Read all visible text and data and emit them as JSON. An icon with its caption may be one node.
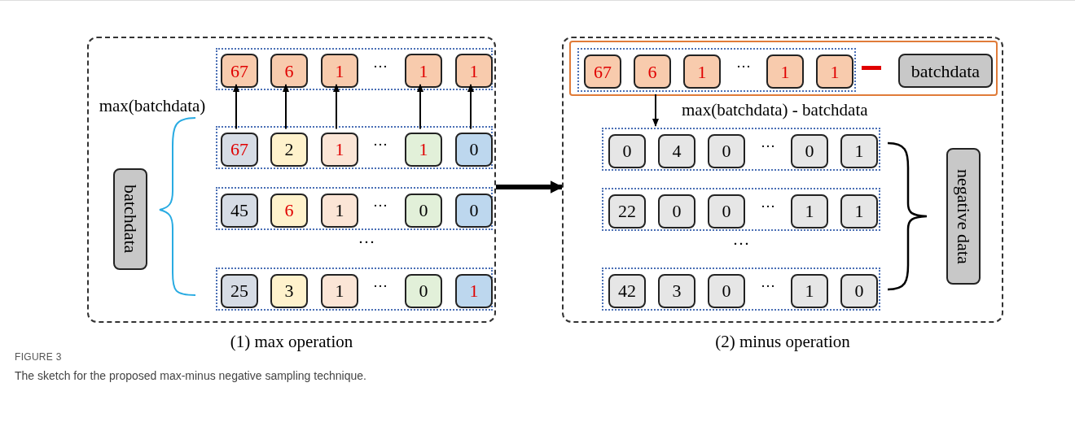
{
  "diagram": {
    "title": "FIGURE 3",
    "caption": "The sketch for the proposed max-minus negative sampling technique.",
    "nodes": [
      {
        "text": [
          "(1) max operation"
        ]
      },
      {
        "text": [
          "···"
        ],
        "in": 0
      },
      {
        "text": [
          "67"
        ],
        "in": 1
      },
      {
        "text": [
          "6"
        ],
        "in": 1
      },
      {
        "text": [
          "1"
        ],
        "in": 1
      },
      {
        "text": [
          "1"
        ],
        "in": 1
      },
      {
        "text": [
          "1"
        ],
        "in": 1
      },
      {
        "text": [
          "···"
        ],
        "in": 0
      },
      {
        "text": [
          "67"
        ],
        "in": 7
      },
      {
        "text": [
          "2"
        ],
        "in": 7
      },
      {
        "text": [
          "1"
        ],
        "in": 7
      },
      {
        "text": [
          "1"
        ],
        "in": 7
      },
      {
        "text": [
          "0"
        ],
        "in": 7
      },
      {
        "text": [
          "···"
        ],
        "in": 0
      },
      {
        "text": [
          "45"
        ],
        "in": 13
      },
      {
        "text": [
          "6"
        ],
        "in": 13
      },
      {
        "text": [
          "1"
        ],
        "in": 13
      },
      {
        "text": [
          "0"
        ],
        "in": 13
      },
      {
        "text": [
          "0"
        ],
        "in": 13
      },
      {
        "text": [
          "···"
        ],
        "in": 0
      },
      {
        "text": [
          "25"
        ],
        "in": 19
      },
      {
        "text": [
          "3"
        ],
        "in": 19
      },
      {
        "text": [
          "1"
        ],
        "in": 19
      },
      {
        "text": [
          "0"
        ],
        "in": 19
      },
      {
        "text": [
          "1"
        ],
        "in": 19
      },
      {
        "text": [
          "batchdata"
        ],
        "in": 0
      },
      {
        "text": [
          "(2) minus operation"
        ]
      },
      {
        "text": [],
        "shape": "box",
        "in": 26
      },
      {
        "text": [
          "···"
        ],
        "in": 27
      },
      {
        "text": [
          "67"
        ],
        "in": 28
      },
      {
        "text": [
          "6"
        ],
        "in": 28
      },
      {
        "text": [
          "1"
        ],
        "in": 28
      },
      {
        "text": [
          "1"
        ],
        "in": 28
      },
      {
        "text": [
          "1"
        ],
        "in": 28
      },
      {
        "text": [
          "batchdata"
        ],
        "in": 27
      },
      {
        "text": [
          "···"
        ],
        "in": 26
      },
      {
        "text": [
          "0"
        ],
        "in": 35
      },
      {
        "text": [
          "4"
        ],
        "in": 35
      },
      {
        "text": [
          "0"
        ],
        "in": 35
      },
      {
        "text": [
          "0"
        ],
        "in": 35
      },
      {
        "text": [
          "1"
        ],
        "in": 35
      },
      {
        "text": [
          "···"
        ],
        "in": 26
      },
      {
        "text": [
          "22"
        ],
        "in": 41
      },
      {
        "text": [
          "0"
        ],
        "in": 41
      },
      {
        "text": [
          "0"
        ],
        "in": 41
      },
      {
        "text": [
          "1"
        ],
        "in": 41
      },
      {
        "text": [
          "1"
        ],
        "in": 41
      },
      {
        "text": [
          "···"
        ],
        "in": 26
      },
      {
        "text": [
          "42"
        ],
        "in": 47
      },
      {
        "text": [
          "3"
        ],
        "in": 47
      },
      {
        "text": [
          "0"
        ],
        "in": 47
      },
      {
        "text": [
          "1"
        ],
        "in": 47
      },
      {
        "text": [
          "0"
        ],
        "in": 47
      },
      {
        "text": [
          "negative data"
        ],
        "in": 26
      }
    ],
    "edges": [
      {
        "from": 8,
        "to": 2,
        "arrow": "to"
      },
      {
        "from": 9,
        "to": 3,
        "arrow": "to"
      },
      {
        "from": 10,
        "to": 4,
        "arrow": "to"
      },
      {
        "from": 11,
        "to": 5,
        "arrow": "to"
      },
      {
        "from": 12,
        "to": 6,
        "arrow": "to"
      },
      {
        "from": 0,
        "to": 26,
        "arrow": "to",
        "style": "thick"
      },
      {
        "from": 27,
        "to": 35,
        "arrow": "to",
        "label": "max(batchdata) - batchdata"
      }
    ],
    "labels": [
      "max(batchdata)",
      "···",
      "···"
    ]
  }
}
